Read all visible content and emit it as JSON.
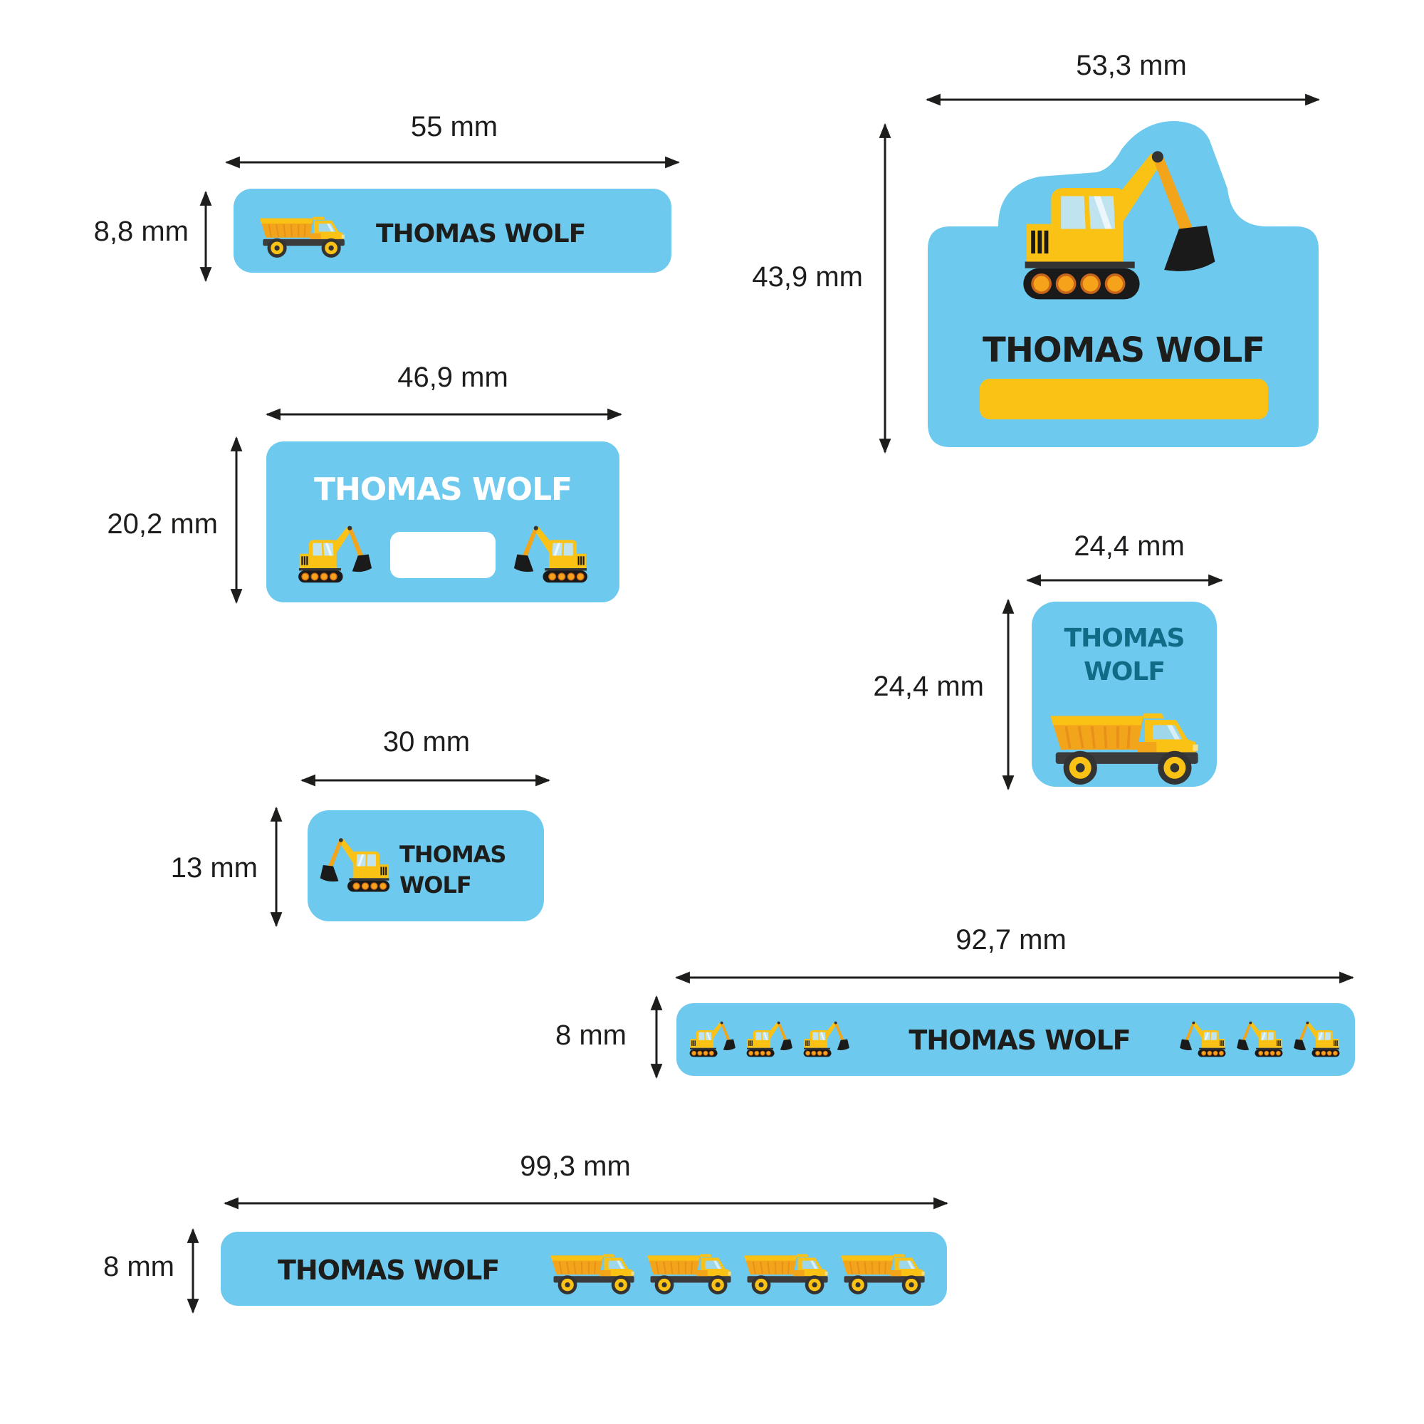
{
  "name": "THOMAS WOLF",
  "name_line1": "THOMAS",
  "name_line2": "WOLF",
  "colors": {
    "label_bg": "#6ec9ee",
    "yellow": "#fbc216",
    "dark_text": "#1d1d1b",
    "teal_text": "#0f6b86",
    "white_text": "#ffffff"
  },
  "labels": [
    {
      "id": "label-1",
      "width": "55 mm",
      "height": "8,8 mm",
      "icon": "dump-truck-icon"
    },
    {
      "id": "label-2",
      "width": "46,9 mm",
      "height": "20,2 mm",
      "icon": "excavator-icon"
    },
    {
      "id": "label-3",
      "width": "30 mm",
      "height": "13 mm",
      "icon": "excavator-icon"
    },
    {
      "id": "label-4",
      "width": "53,3 mm",
      "height": "43,9 mm",
      "icon": "excavator-icon"
    },
    {
      "id": "label-5",
      "width": "24,4 mm",
      "height": "24,4 mm",
      "icon": "dump-truck-icon"
    },
    {
      "id": "label-6",
      "width": "92,7 mm",
      "height": "8 mm",
      "icon": "excavator-icon"
    },
    {
      "id": "label-7",
      "width": "99,3 mm",
      "height": "8 mm",
      "icon": "dump-truck-icon"
    }
  ]
}
